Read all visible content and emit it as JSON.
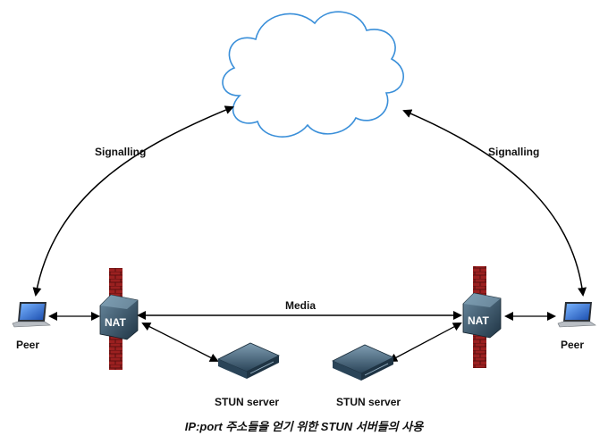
{
  "labels": {
    "signalling_left": "Signalling",
    "signalling_right": "Signalling",
    "media": "Media",
    "peer_left": "Peer",
    "peer_right": "Peer",
    "nat_left": "NAT",
    "nat_right": "NAT",
    "stun_left": "STUN server",
    "stun_right": "STUN server"
  },
  "caption": "IP:port 주소들을 얻기 위한 STUN 서버들의 사용",
  "colors": {
    "cloud_stroke": "#3a8fd9",
    "firewall": "#8b1e1e",
    "router_body": "#2f4a5c",
    "server_body": "#3c5a70",
    "laptop_screen": "#2f6fd0",
    "arrow": "#000000"
  },
  "icons": {
    "cloud": "cloud-icon",
    "firewall": "firewall-icon",
    "router": "nat-router-icon",
    "server": "stun-server-icon",
    "laptop": "laptop-icon"
  }
}
